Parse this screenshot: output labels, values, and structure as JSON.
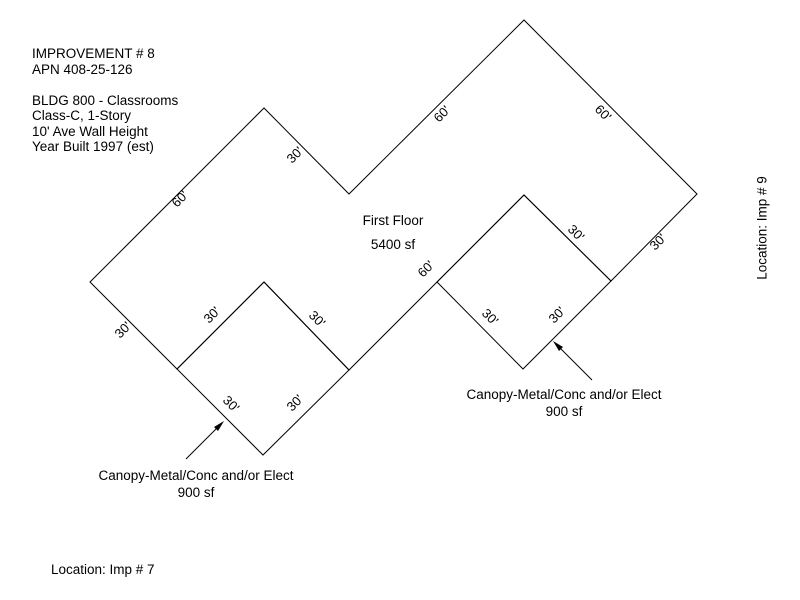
{
  "header": {
    "improvement": "IMPROVEMENT # 8",
    "apn": "APN 408-25-126",
    "building": "BLDG 800 - Classrooms",
    "class": "Class-C, 1-Story",
    "wall_height": "10' Ave Wall Height",
    "year_built": "Year Built 1997 (est)"
  },
  "floor": {
    "label": "First Floor",
    "area": "5400 sf"
  },
  "canopies": [
    {
      "label": "Canopy-Metal/Conc and/or Elect",
      "area": "900 sf"
    },
    {
      "label": "Canopy-Metal/Conc and/or Elect",
      "area": "900 sf"
    }
  ],
  "locations": {
    "left": "Location: Imp # 7",
    "right": "Location: Imp # 9"
  },
  "dimensions": {
    "top_left": "60'",
    "top_notch_right": "30'",
    "top_long": "60'",
    "top_right": "60'",
    "right_end": "30'",
    "mid_long": "60'",
    "left_end": "30'",
    "canopy1_top_left": "30'",
    "canopy1_top_right": "30'",
    "canopy1_bottom_left": "30'",
    "canopy1_bottom_right": "30'",
    "canopy2_top": "30'",
    "canopy2_left": "30'",
    "canopy2_right": "30'"
  },
  "colors": {
    "line": "#000000",
    "background": "#ffffff"
  }
}
